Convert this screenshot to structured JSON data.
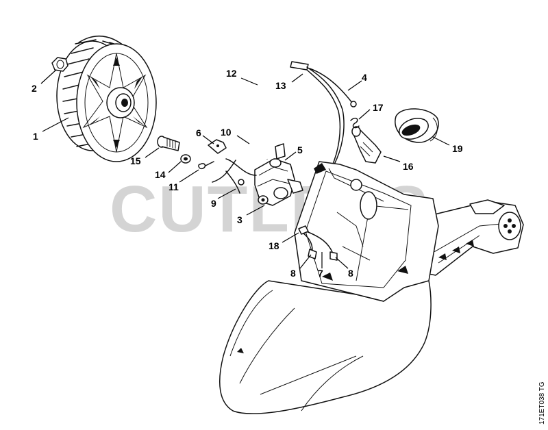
{
  "watermark": "CUTLERS",
  "drawing_code": "171ET038 TG",
  "callouts": {
    "p1": "1",
    "p2": "2",
    "p3": "3",
    "p4": "4",
    "p5": "5",
    "p6": "6",
    "p7": "7",
    "p8a": "8",
    "p8b": "8",
    "p9": "9",
    "p10": "10",
    "p11": "11",
    "p12": "12",
    "p13": "13",
    "p14": "14",
    "p15": "15",
    "p16": "16",
    "p17": "17",
    "p18": "18",
    "p19": "19"
  }
}
